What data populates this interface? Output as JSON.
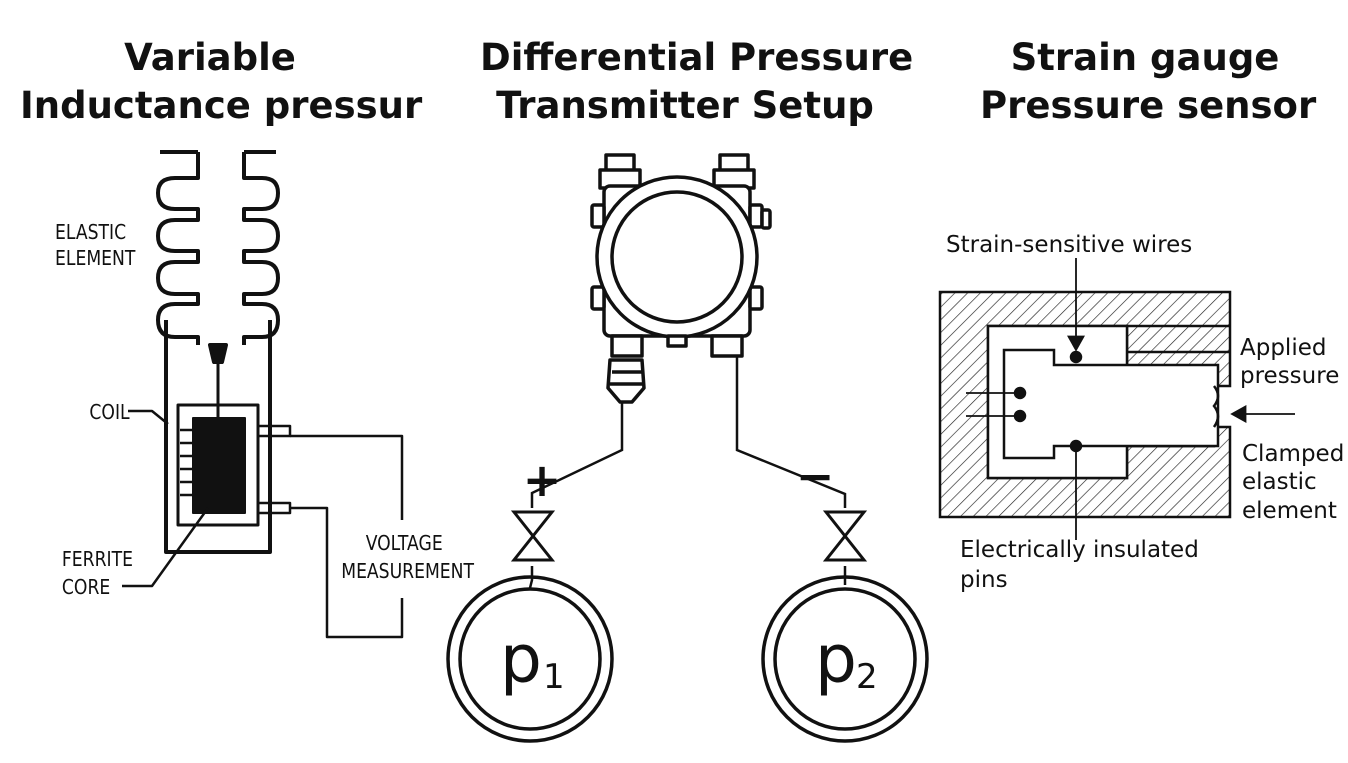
{
  "titles": {
    "inductance": {
      "line1": "Variable",
      "line2": "Inductance pressur"
    },
    "differential": {
      "line1": "Differential Pressure",
      "line2": "Transmitter Setup"
    },
    "strain": {
      "line1": "Strain gauge",
      "line2": "Pressure sensor"
    }
  },
  "inductance_labels": {
    "elastic_1": "ELASTIC",
    "elastic_2": "ELEMENT",
    "coil": "COIL",
    "ferrite_1": "FERRITE",
    "ferrite_2": "CORE",
    "voltage_1": "VOLTAGE",
    "voltage_2": "MEASUREMENT"
  },
  "differential_labels": {
    "plus": "+",
    "minus": "−",
    "p1_base": "p",
    "p1_sub": "1",
    "p2_base": "p",
    "p2_sub": "2"
  },
  "strain_labels": {
    "wires": "Strain-sensitive wires",
    "applied_1": "Applied",
    "applied_2": "pressure",
    "clamped_1": "Clamped",
    "clamped_2": "elastic",
    "clamped_3": "element",
    "pins_1": "Electrically insulated",
    "pins_2": "pins"
  },
  "colors": {
    "ink": "#111111",
    "background": "#ffffff"
  }
}
